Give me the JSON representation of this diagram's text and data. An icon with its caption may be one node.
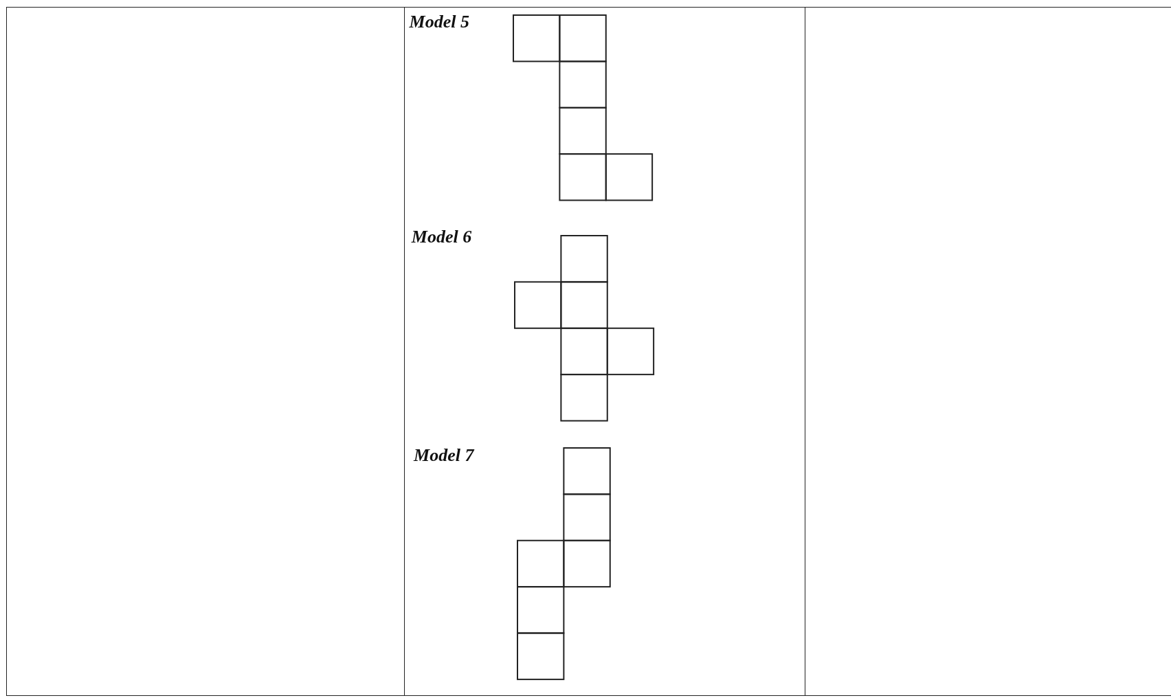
{
  "diagram": {
    "labels": [
      "Model 5",
      "Model 6",
      "Model 7"
    ]
  }
}
